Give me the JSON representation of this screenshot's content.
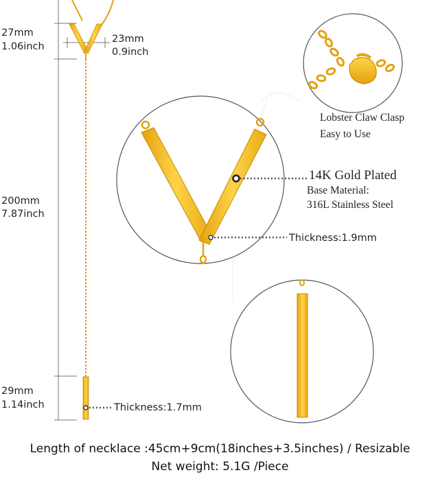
{
  "dimensions": {
    "top": {
      "mm": "27mm",
      "inch": "1.06inch"
    },
    "width": {
      "mm": "23mm",
      "inch": "0.9inch"
    },
    "chain": {
      "mm": "200mm",
      "inch": "7.87inch"
    },
    "bar": {
      "mm": "29mm",
      "inch": "1.14inch"
    }
  },
  "callouts": {
    "clasp_line1": "Lobster Claw Clasp",
    "clasp_line2": "Easy to Use",
    "plating": "14K Gold Plated",
    "base_line1": "Base Material:",
    "base_line2": "316L Stainless Steel",
    "v_thickness": "Thickness:1.9mm",
    "bar_thickness": "Thickness:1.7mm"
  },
  "footer": {
    "length": "Length of necklace :45cm+9cm(18inches+3.5inches) / Resizable",
    "weight": "Net weight:  5.1G /Piece"
  },
  "colors": {
    "gold": "#f2b81c",
    "gold_dark": "#d89a0a",
    "gold_light": "#ffd64a",
    "line": "#555555"
  }
}
